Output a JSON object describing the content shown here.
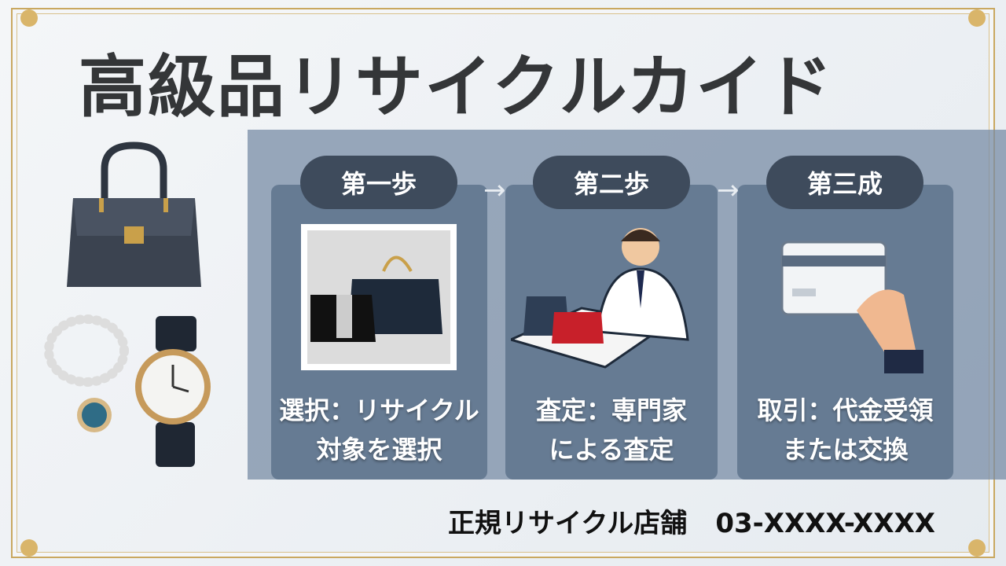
{
  "title": "高級品リサイクルカイド",
  "steps": [
    {
      "label": "第一歩",
      "line1": "選択：リサイクル",
      "line2": "対象を選択"
    },
    {
      "label": "第二歩",
      "line1": "査定：専門家",
      "line2": "による査定"
    },
    {
      "label": "第三成",
      "line1": "取引：代金受領",
      "line2": "または交換"
    }
  ],
  "arrow": "→",
  "footer": {
    "shop": "正規リサイクル店舗",
    "phone": "03-XXXX-XXXX"
  },
  "colors": {
    "gold": "#c9a860",
    "card": "#667b93",
    "pill": "#3e4b5c"
  }
}
